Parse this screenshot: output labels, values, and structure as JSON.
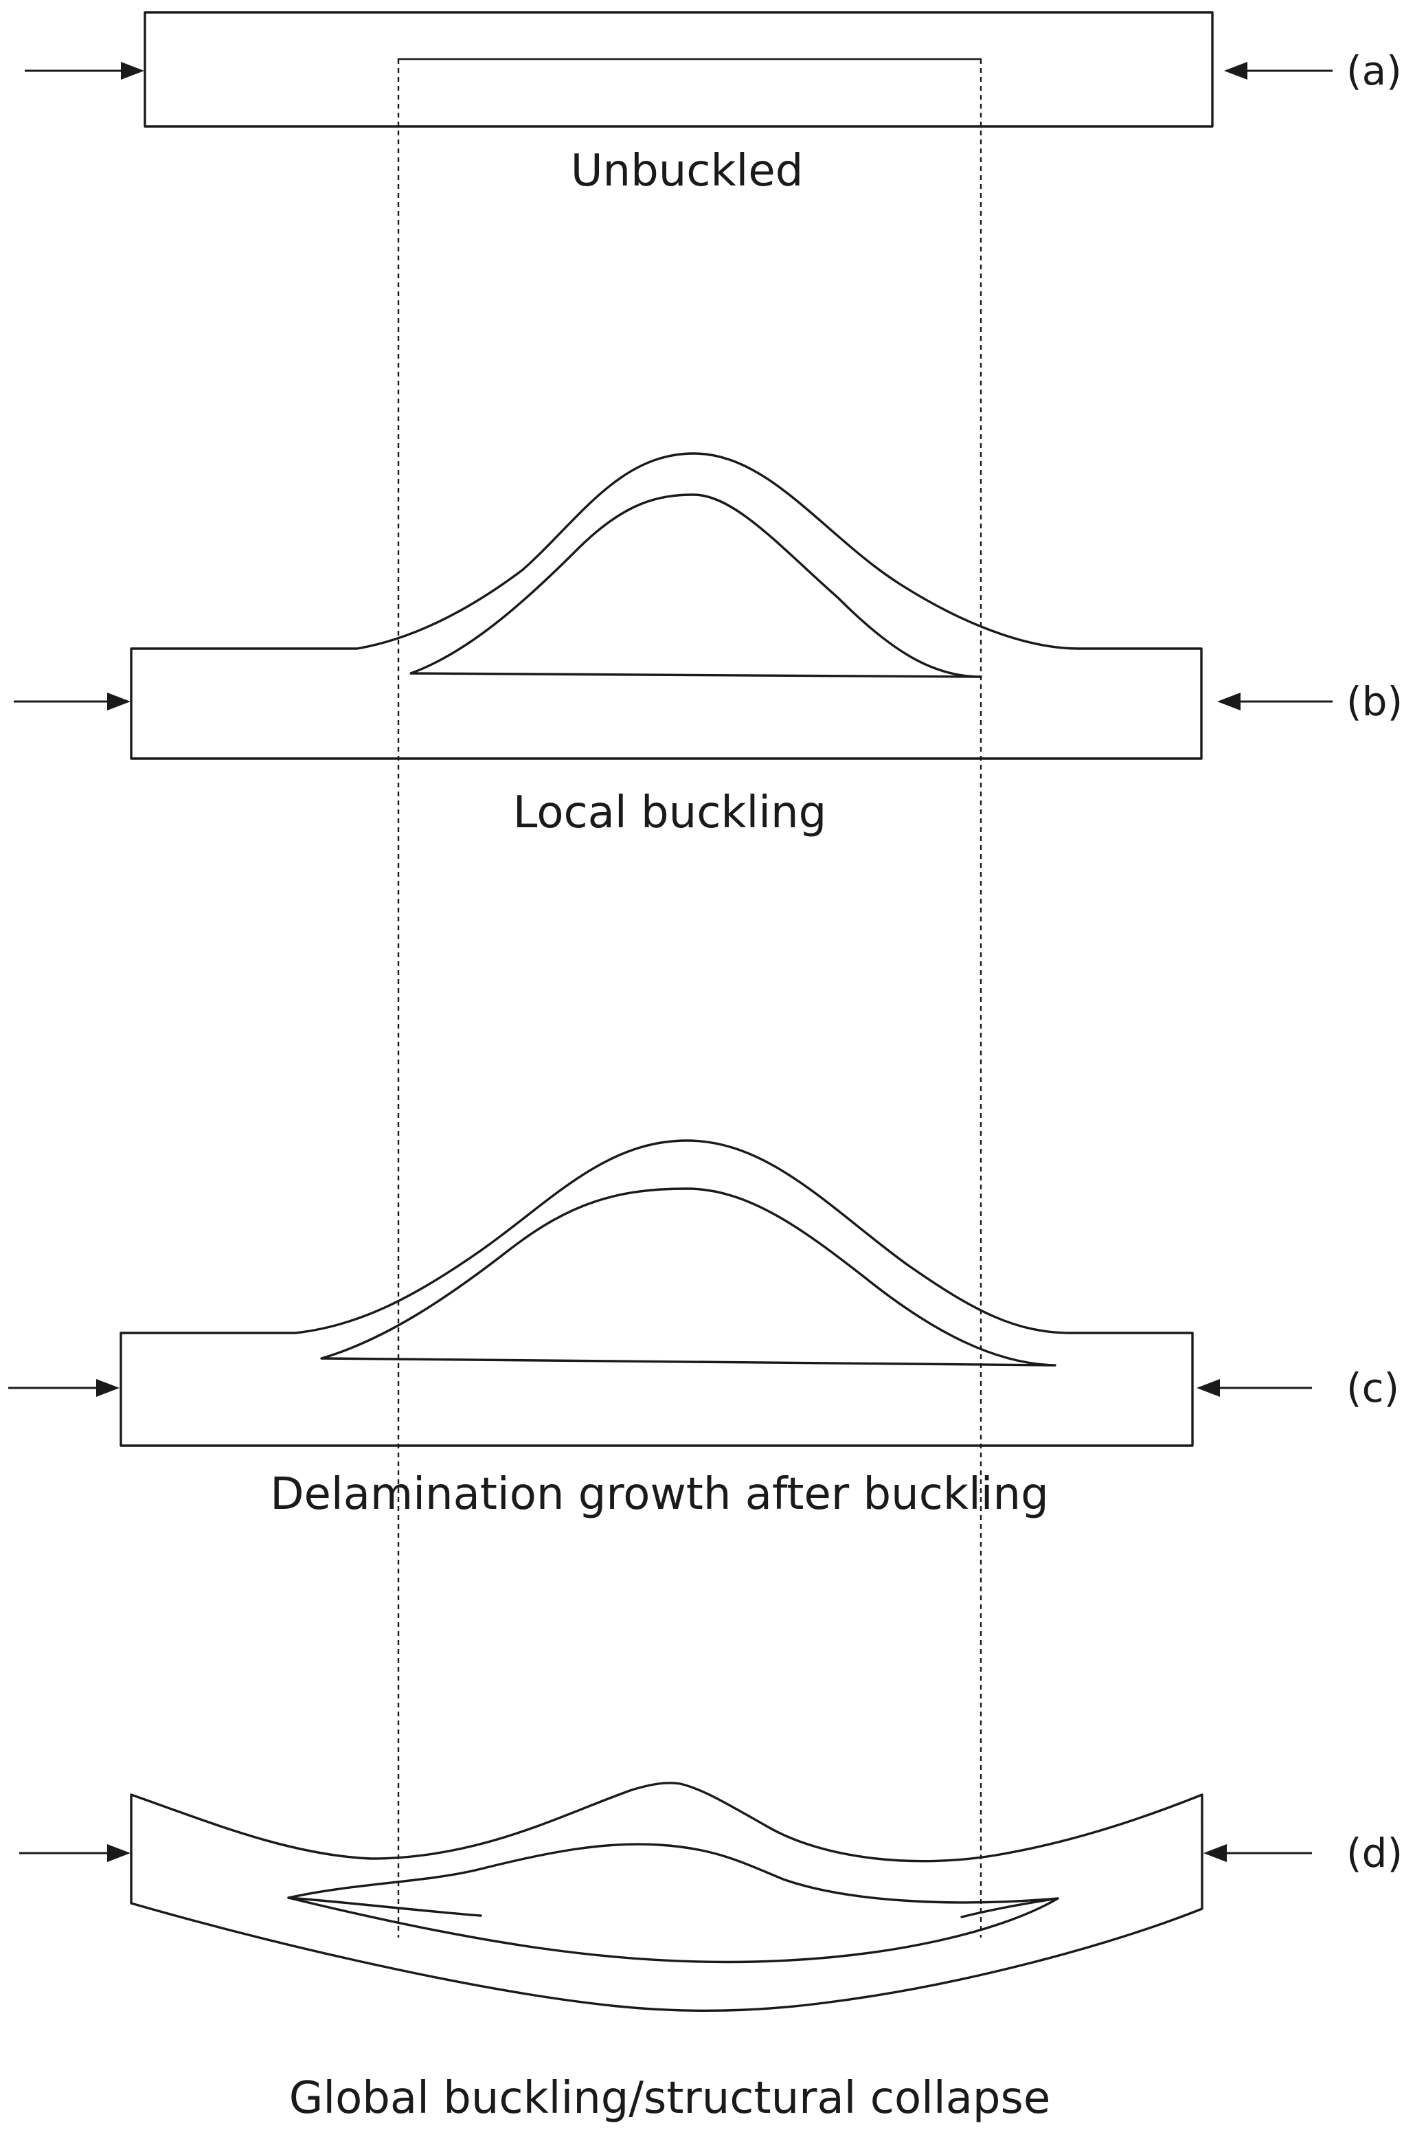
{
  "panels": [
    {
      "id": "a",
      "label": "(a)",
      "caption": "Unbuckled"
    },
    {
      "id": "b",
      "label": "(b)",
      "caption": "Local buckling"
    },
    {
      "id": "c",
      "label": "(c)",
      "caption": "Delamination growth after buckling"
    },
    {
      "id": "d",
      "label": "(d)",
      "caption": "Global buckling/structural collapse"
    }
  ]
}
